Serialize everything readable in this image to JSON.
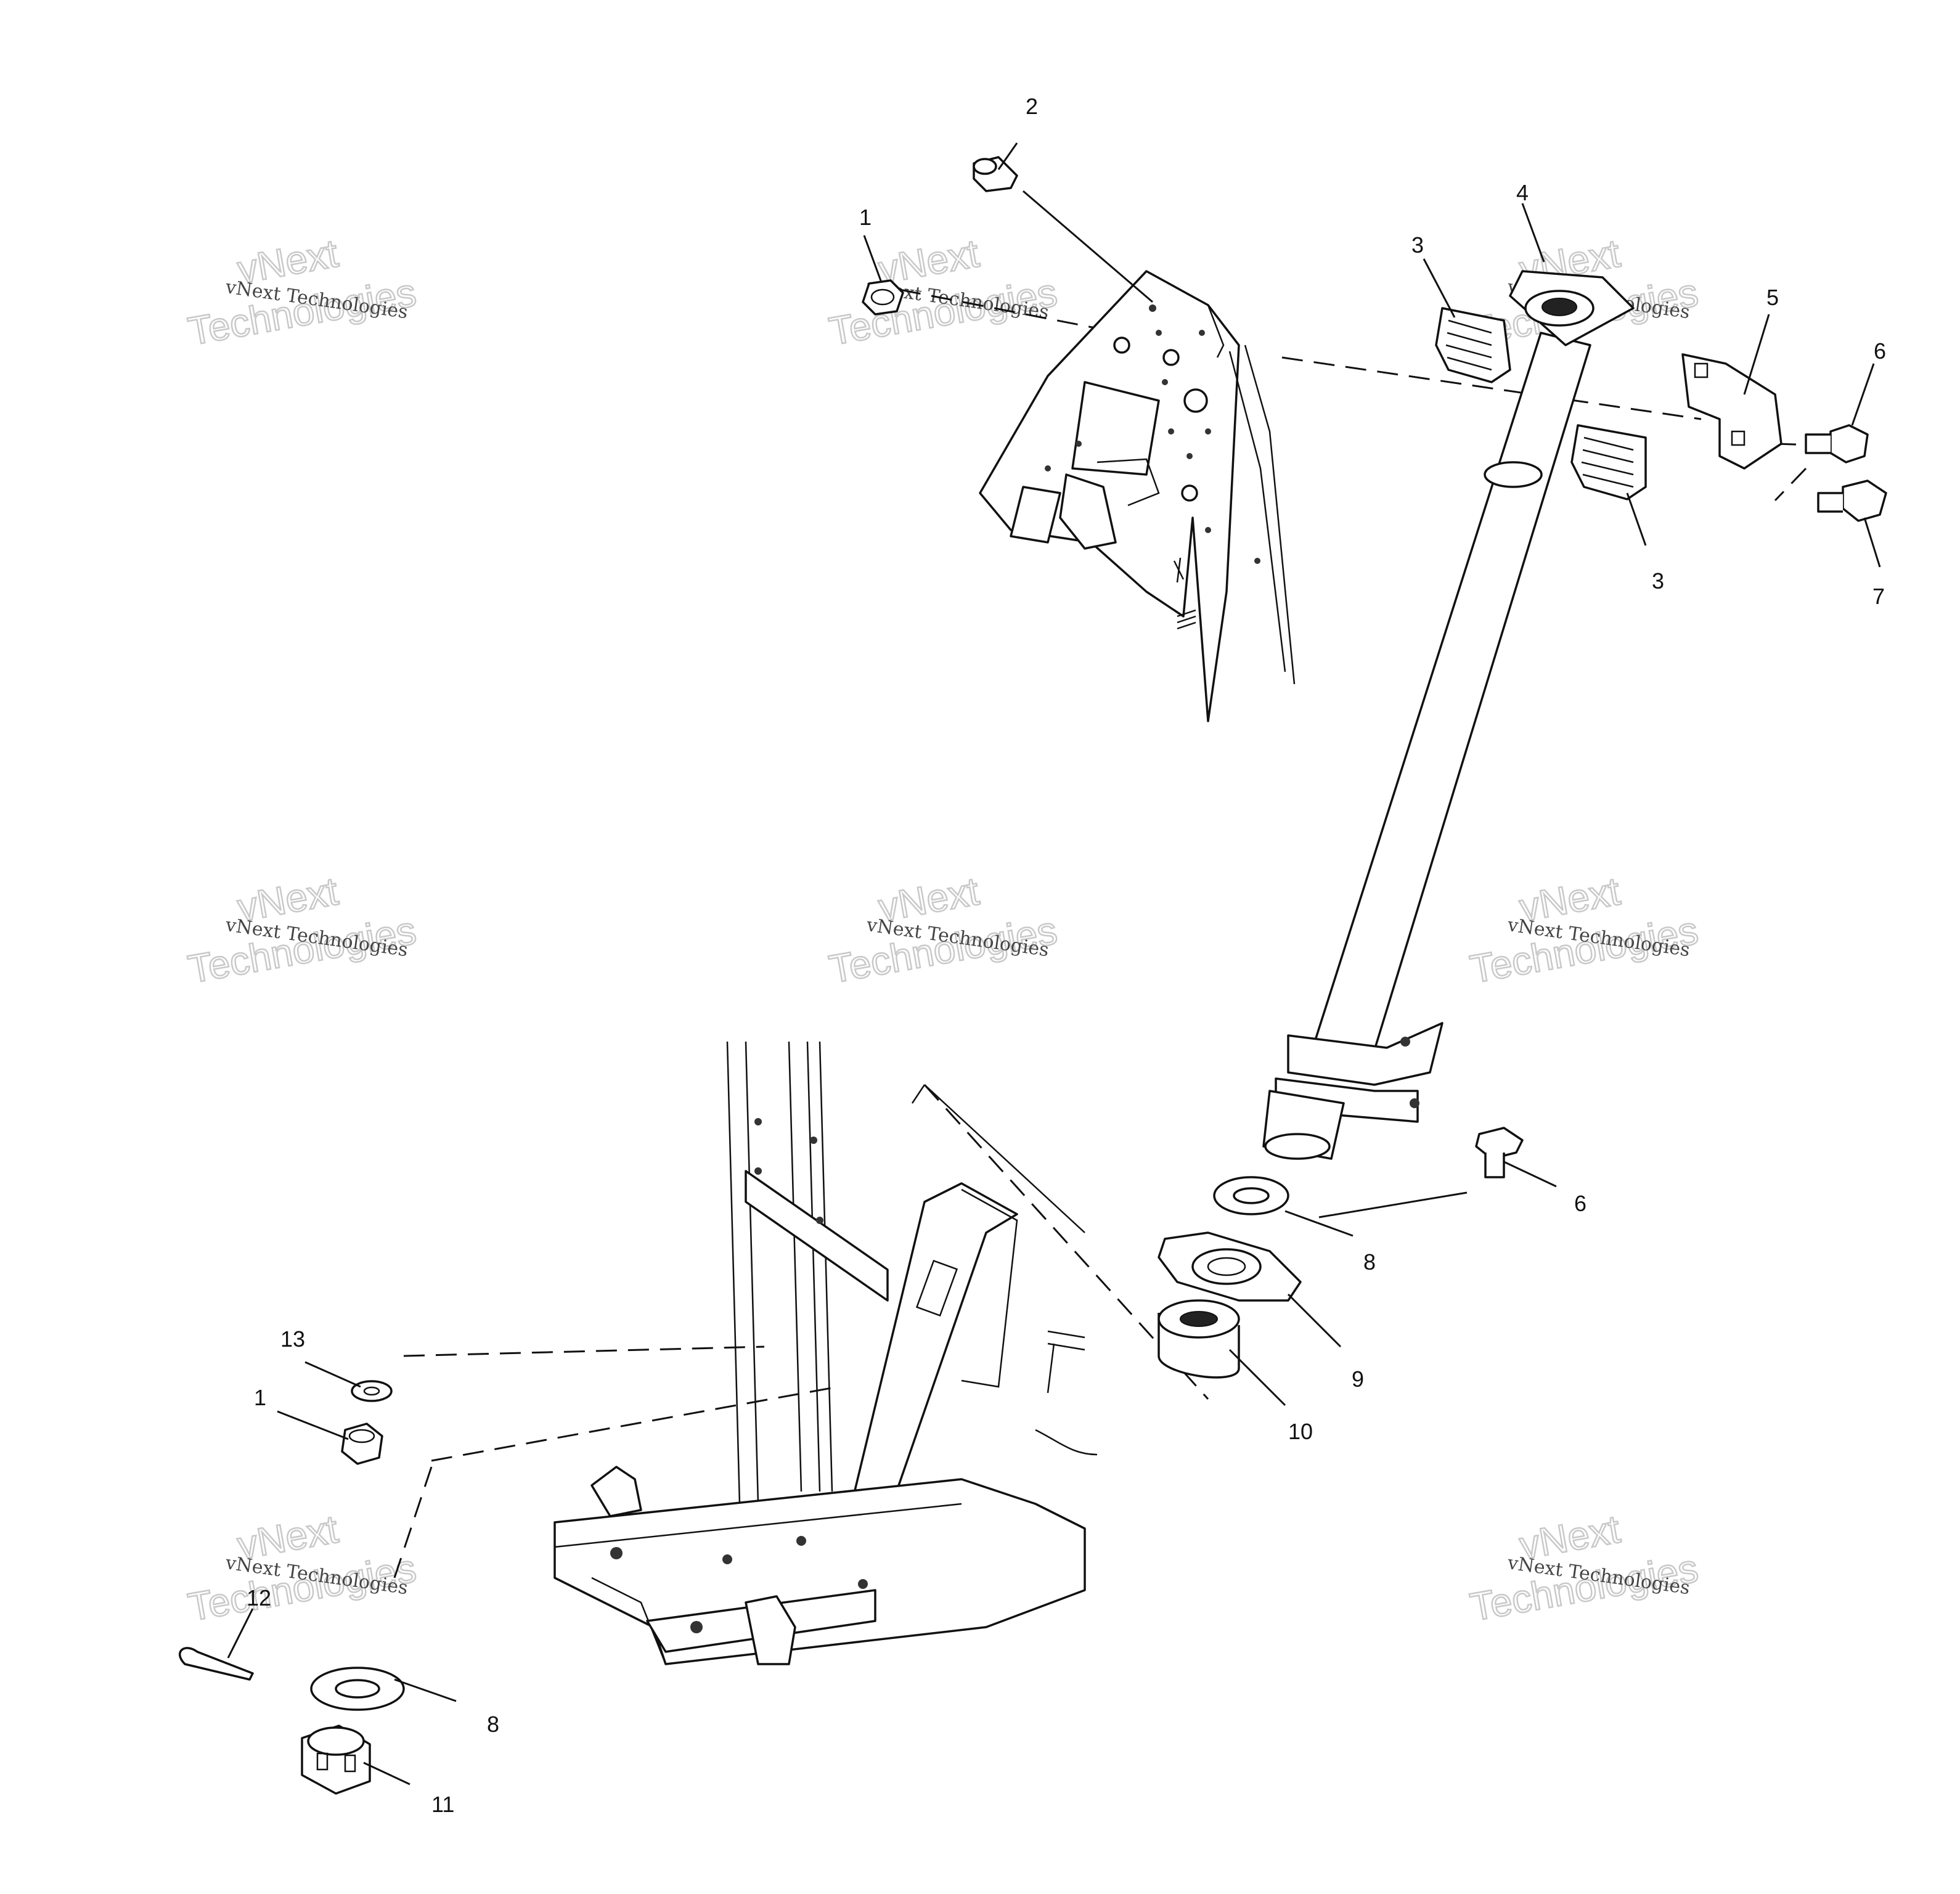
{
  "callouts": [
    {
      "id": "c1a",
      "label": "1"
    },
    {
      "id": "c2",
      "label": "2"
    },
    {
      "id": "c3a",
      "label": "3"
    },
    {
      "id": "c3b",
      "label": "3"
    },
    {
      "id": "c4",
      "label": "4"
    },
    {
      "id": "c5",
      "label": "5"
    },
    {
      "id": "c6a",
      "label": "6"
    },
    {
      "id": "c6b",
      "label": "6"
    },
    {
      "id": "c7",
      "label": "7"
    },
    {
      "id": "c8a",
      "label": "8"
    },
    {
      "id": "c8b",
      "label": "8"
    },
    {
      "id": "c9",
      "label": "9"
    },
    {
      "id": "c10",
      "label": "10"
    },
    {
      "id": "c11",
      "label": "11"
    },
    {
      "id": "c12",
      "label": "12"
    },
    {
      "id": "c13",
      "label": "13"
    },
    {
      "id": "c1b",
      "label": "1"
    }
  ],
  "watermark": {
    "small_text": "vNext Technologies",
    "big_line1": "vNext",
    "big_line2": "Technologies"
  }
}
